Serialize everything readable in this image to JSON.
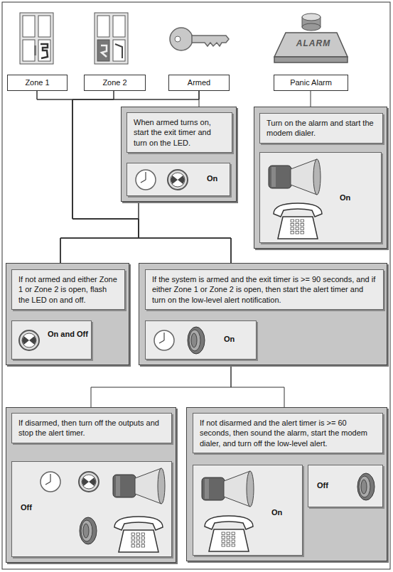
{
  "diagram": {
    "nodes": [
      {
        "text": [
          "Zone 1"
        ]
      },
      {
        "text": [
          "Zone 2"
        ]
      },
      {
        "text": [
          "Armed"
        ]
      },
      {
        "text": [
          "Panic Alarm"
        ]
      },
      {
        "text": [
          "When armed turns on, start the exit timer and turn on the LED."
        ]
      },
      {
        "text": [
          "On"
        ],
        "in": 4
      },
      {
        "text": [
          "Turn on the alarm and start the modem dialer."
        ]
      },
      {
        "text": [
          "On"
        ],
        "in": 6
      },
      {
        "text": [
          "If not armed and either Zone 1 or Zone 2 is open, flash the LED on and off."
        ]
      },
      {
        "text": [
          "On and Off"
        ],
        "in": 8
      },
      {
        "text": [
          "If the system is armed and the exit timer is >= 90 seconds, and if either Zone 1 or Zone 2 is open, then start the alert timer and turn on the low-level alert notification."
        ]
      },
      {
        "text": [
          "On"
        ],
        "in": 10
      },
      {
        "text": [
          "If disarmed, then turn off the outputs and stop the alert timer."
        ]
      },
      {
        "text": [
          "Off"
        ],
        "in": 12
      },
      {
        "text": [
          "If not disarmed and the alert timer is >= 60 seconds, then sound the alarm, start the modem dialer, and turn off the low-level alert."
        ]
      },
      {
        "text": [
          "On"
        ],
        "in": 14
      },
      {
        "text": [
          "Off"
        ],
        "in": 14
      }
    ],
    "edges": [
      {
        "from": 0,
        "to": 8,
        "arrow": "none"
      },
      {
        "from": 0,
        "to": 10,
        "arrow": "none"
      },
      {
        "from": 1,
        "to": 8,
        "arrow": "none"
      },
      {
        "from": 1,
        "to": 10,
        "arrow": "none"
      },
      {
        "from": 2,
        "to": 4,
        "arrow": "none"
      },
      {
        "from": 2,
        "to": 8,
        "arrow": "none"
      },
      {
        "from": 2,
        "to": 10,
        "arrow": "none"
      },
      {
        "from": 4,
        "to": 8,
        "arrow": "none"
      },
      {
        "from": 4,
        "to": 10,
        "arrow": "none"
      },
      {
        "from": 3,
        "to": 6,
        "arrow": "none"
      },
      {
        "from": 10,
        "to": 12,
        "arrow": "none"
      },
      {
        "from": 10,
        "to": 14,
        "arrow": "none"
      }
    ],
    "labels": [
      "ALARM"
    ]
  }
}
